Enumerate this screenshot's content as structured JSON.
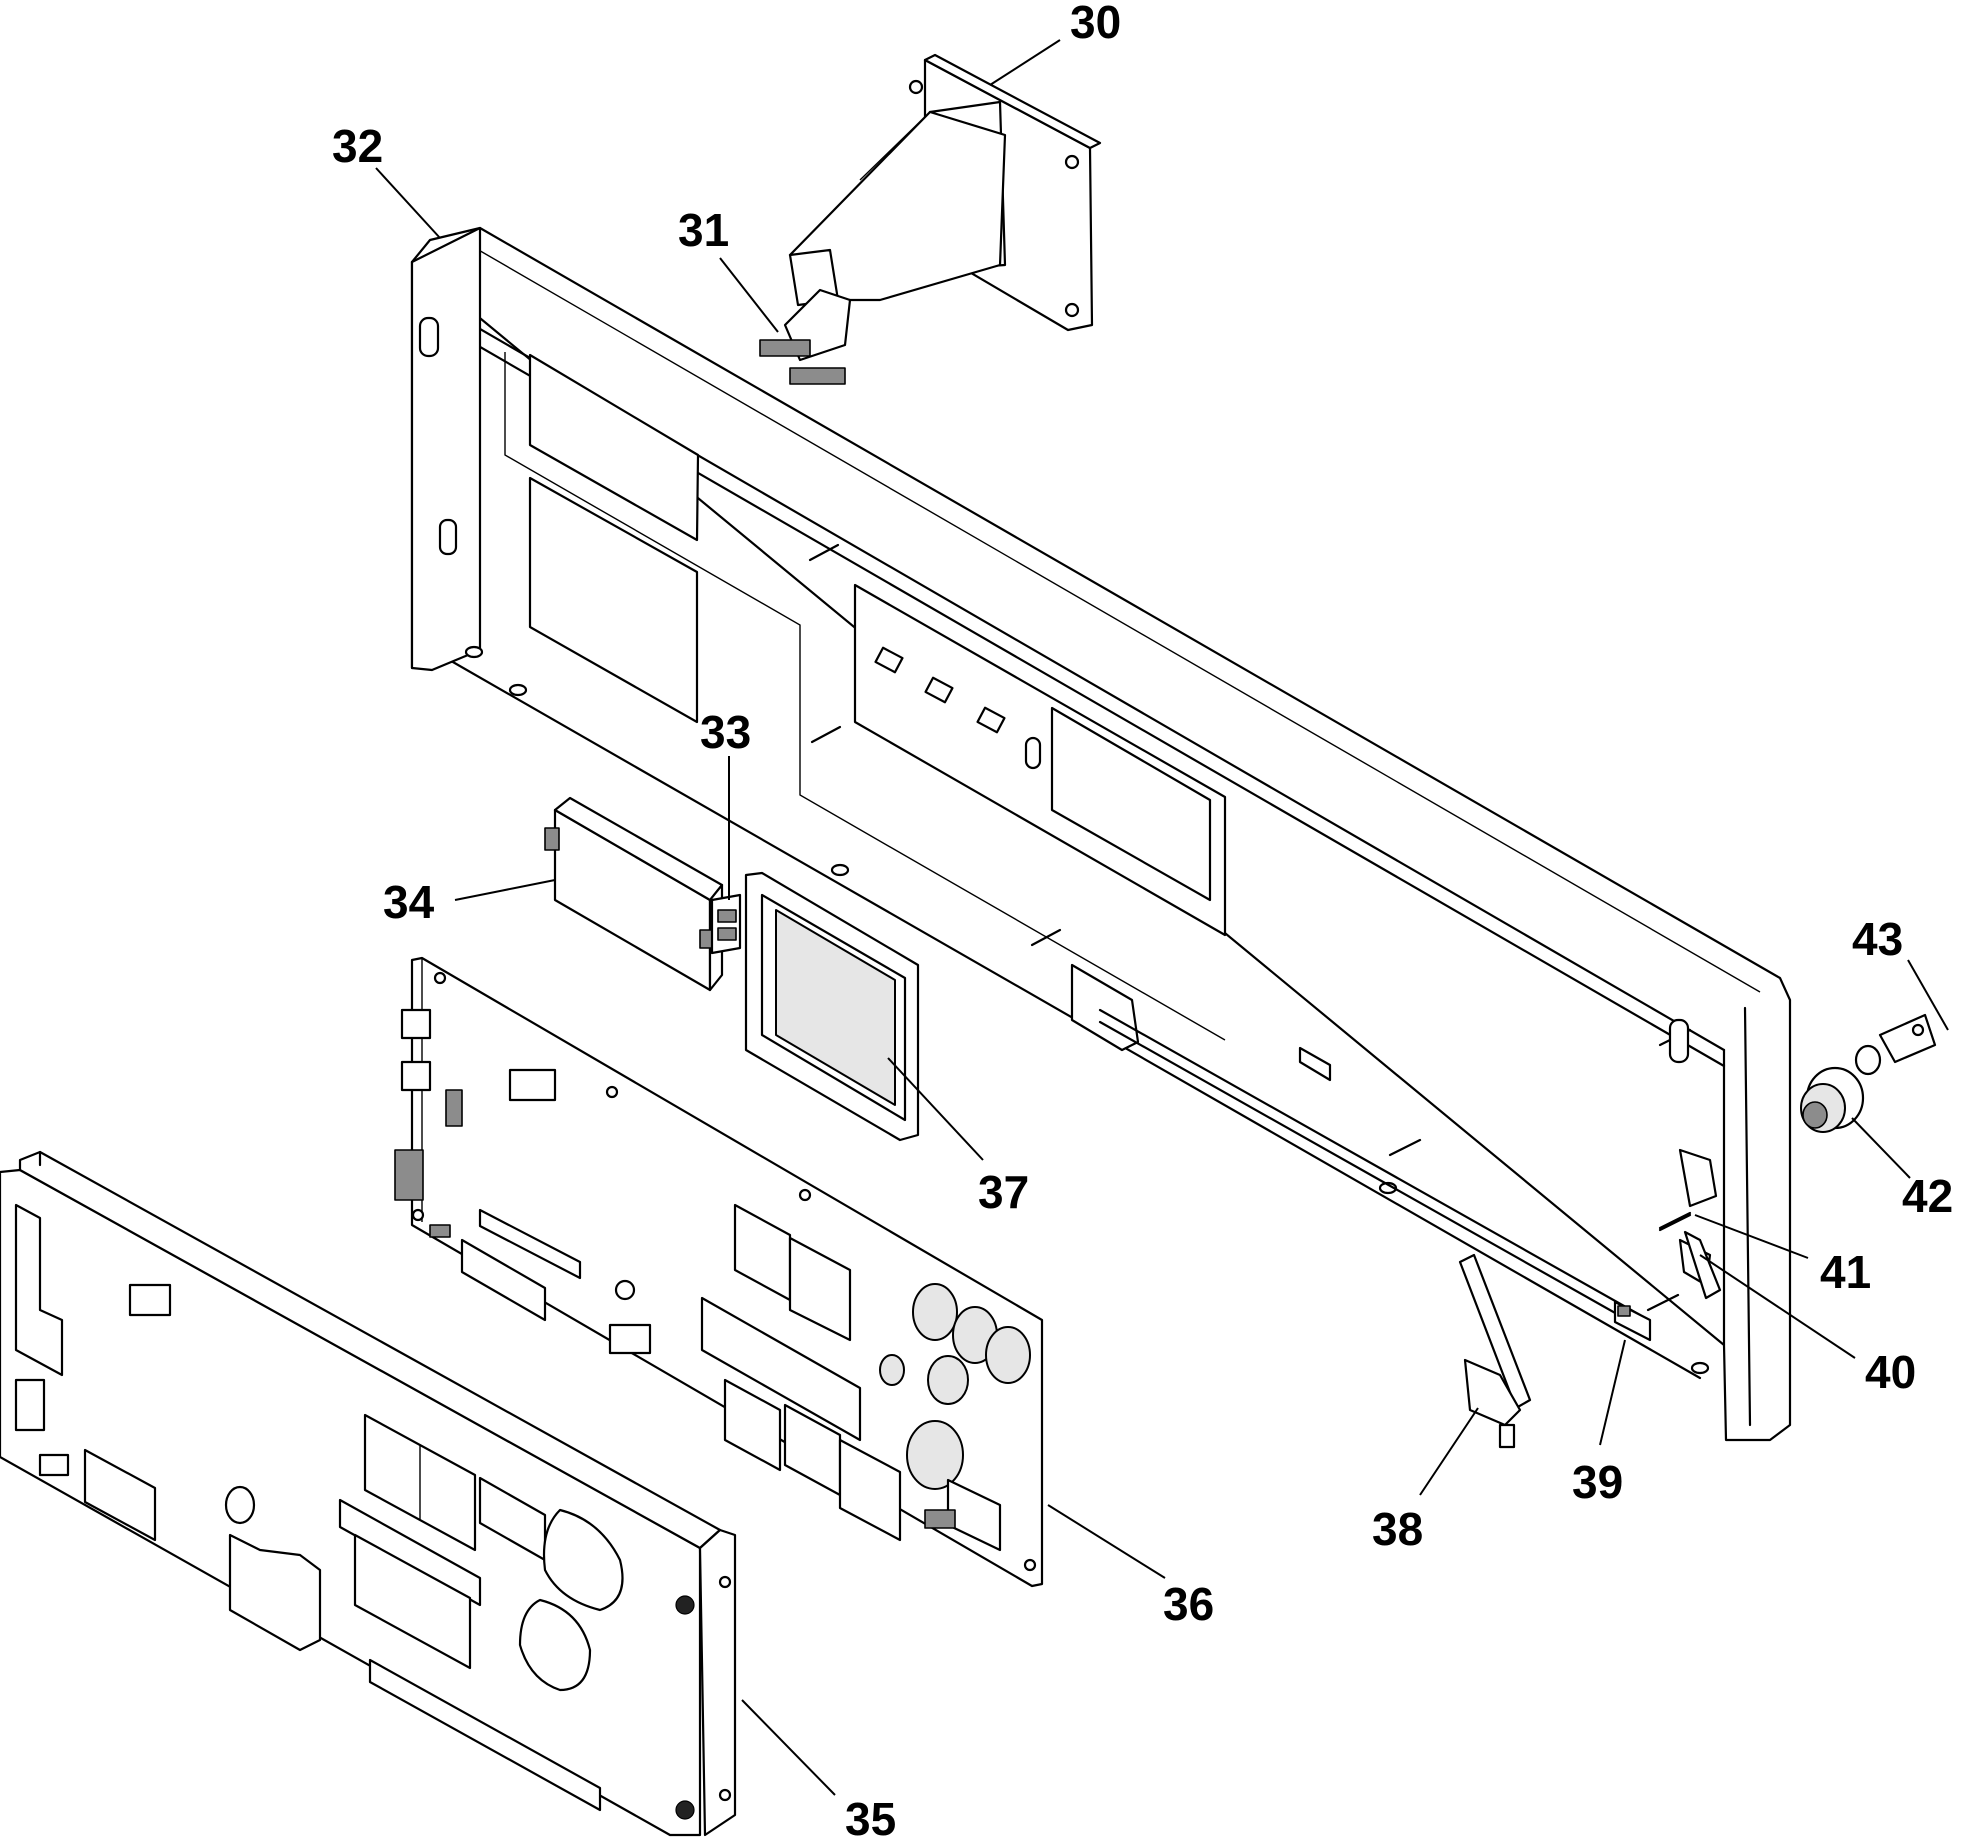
{
  "diagram": {
    "callouts": [
      {
        "id": "30",
        "label": "30"
      },
      {
        "id": "31",
        "label": "31"
      },
      {
        "id": "32",
        "label": "32"
      },
      {
        "id": "33",
        "label": "33"
      },
      {
        "id": "34",
        "label": "34"
      },
      {
        "id": "35",
        "label": "35"
      },
      {
        "id": "36",
        "label": "36"
      },
      {
        "id": "37",
        "label": "37"
      },
      {
        "id": "38",
        "label": "38"
      },
      {
        "id": "39",
        "label": "39"
      },
      {
        "id": "40",
        "label": "40"
      },
      {
        "id": "41",
        "label": "41"
      },
      {
        "id": "42",
        "label": "42"
      },
      {
        "id": "43",
        "label": "43"
      }
    ]
  }
}
